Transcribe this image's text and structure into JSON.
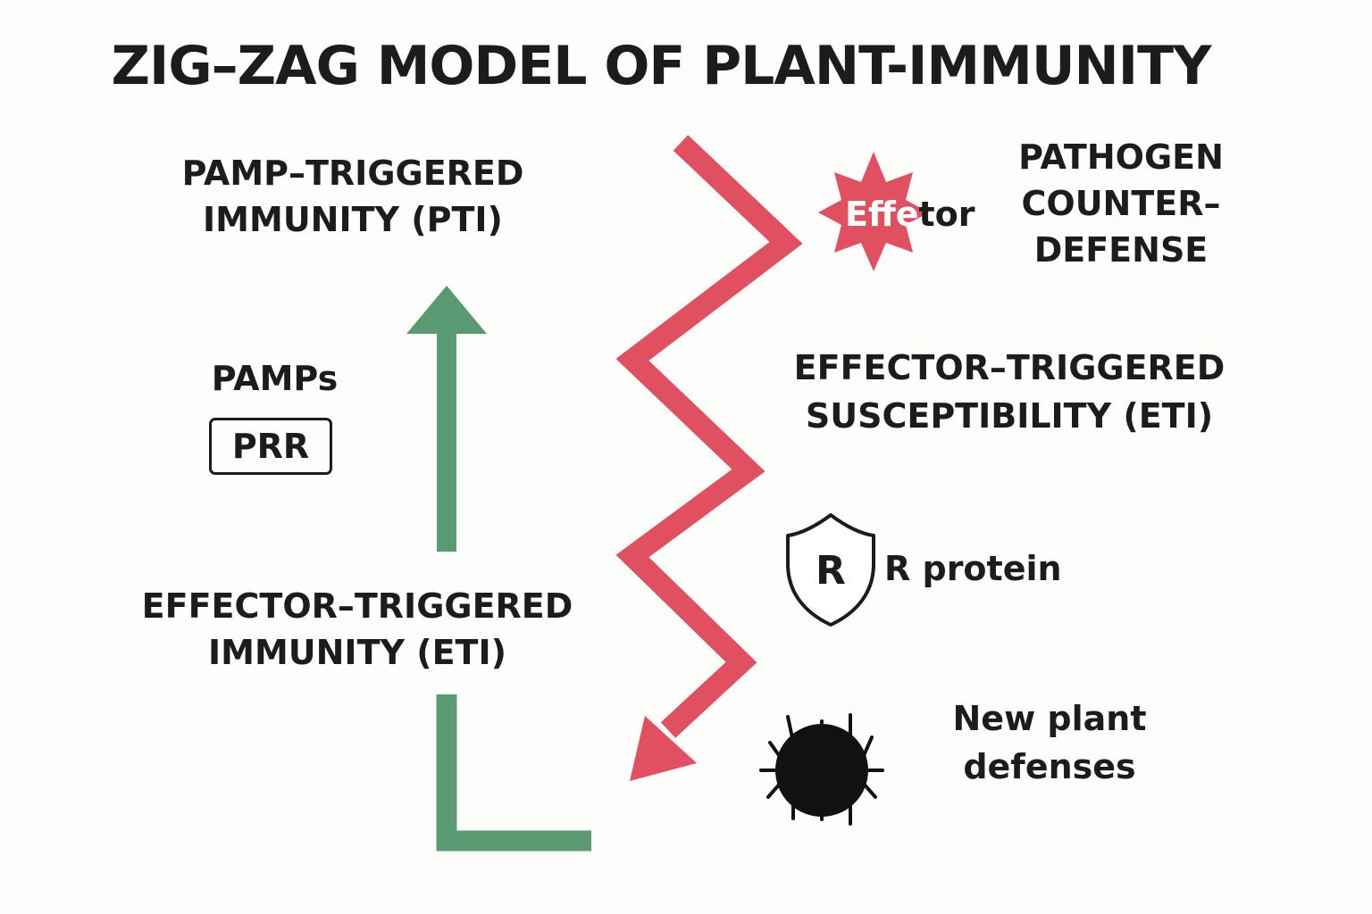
{
  "title": "ZIG–ZAG MODEL OF PLANT-IMMUNITY",
  "pti_label": [
    "PAMP–TRIGGERED",
    "IMMUNITY (PTI)"
  ],
  "pamps_label": "PAMPs",
  "prr_label": "PRR",
  "eti_left_label": [
    "EFFECTOR–TRIGGERED",
    "IMMUNITY (ETI)"
  ],
  "effector_label": {
    "part1": "Effe",
    "part2": "tor"
  },
  "pathogen_label": [
    "PATHOGEN",
    "COUNTER–",
    "DEFENSE"
  ],
  "ets_label": [
    "EFFECTOR–TRIGGERED",
    "SUSCEPTIBILITY (ETI)"
  ],
  "r_symbol": "R",
  "r_protein_label": "R protein",
  "new_defenses_label": [
    "New plant",
    "defenses"
  ],
  "colors": {
    "zigzag": "#e05060",
    "green_arrow": "#5a9a72",
    "text": "#1c1c1c",
    "background": "#fdfdfb"
  },
  "icons": {
    "effector": "starburst-icon",
    "r_protein": "shield-icon",
    "pathogen": "spiky-circle-icon"
  }
}
